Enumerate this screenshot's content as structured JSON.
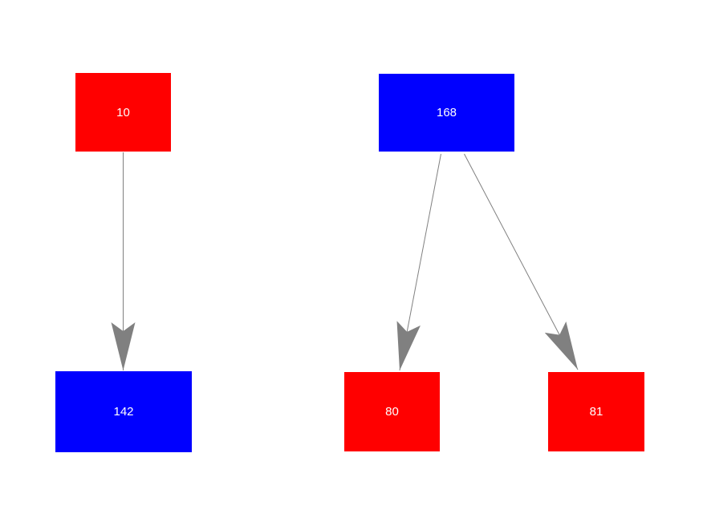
{
  "diagram": {
    "type": "graph",
    "background_color": "#ffffff",
    "node_text_color": "#ffffff",
    "arrow_color": "#808080",
    "node_colors": {
      "red": "#ff0000",
      "blue": "#0000ff"
    },
    "nodes": [
      {
        "id": "10",
        "label": "10",
        "color": "#ff0000"
      },
      {
        "id": "168",
        "label": "168",
        "color": "#0000ff"
      },
      {
        "id": "142",
        "label": "142",
        "color": "#0000ff"
      },
      {
        "id": "80",
        "label": "80",
        "color": "#ff0000"
      },
      {
        "id": "81",
        "label": "81",
        "color": "#ff0000"
      }
    ],
    "edges": [
      {
        "from": "10",
        "to": "142"
      },
      {
        "from": "168",
        "to": "80"
      },
      {
        "from": "168",
        "to": "81"
      }
    ]
  }
}
